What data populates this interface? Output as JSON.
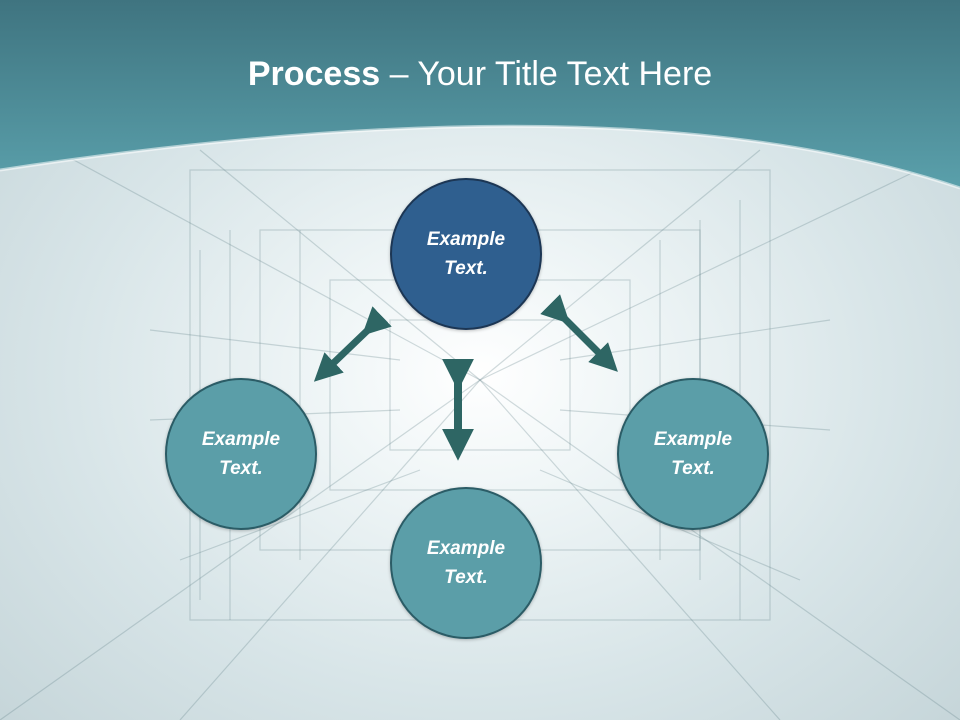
{
  "title": {
    "bold": "Process",
    "rest": " – Your Title Text Here"
  },
  "nodes": {
    "top": "Example\nText.",
    "left": "Example\nText.",
    "right": "Example\nText.",
    "bottom": "Example\nText."
  },
  "colors": {
    "header_teal": "#4f8f99",
    "node_teal": "#5b9ea8",
    "node_center": "#2f5f8f",
    "arrow": "#2e6664"
  }
}
